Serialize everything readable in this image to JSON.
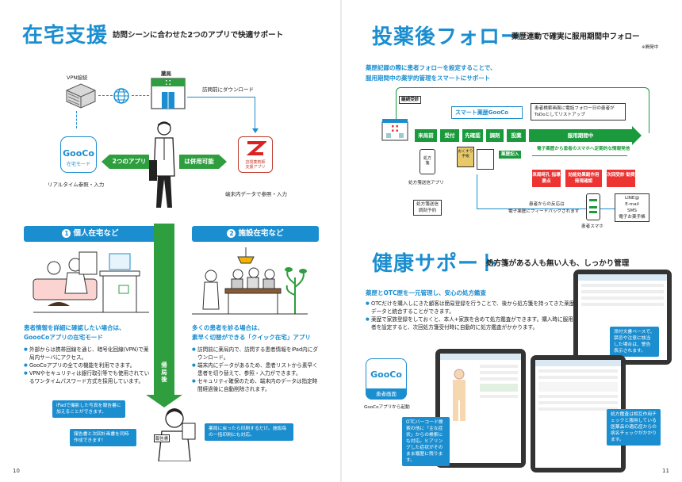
{
  "left": {
    "title": "在宅支援",
    "subtitle": "訪問シーンに合わせた2つのアプリで快適サポート",
    "diagram": {
      "vpn_label": "VPN接続",
      "pharmacy_label": "薬局",
      "download_note": "訪問前にダウンロード",
      "gooco_logo": "GooCo",
      "gooco_mode": "在宅モード",
      "gooco_caption": "リアルタイム参照・入力",
      "arrow_left": "2つのアプリ",
      "arrow_right": "は併用可能",
      "app2_label1": "訪問薬剤師",
      "app2_label2": "支援アプリ",
      "app2_caption": "端末内データで参照・入力",
      "return_label": "帰局後"
    },
    "section1": {
      "num": "1",
      "heading": "個人在宅など",
      "lead1": "患者情報を詳細に確認したい場合は、",
      "lead2": "GoooCoアプリの在宅モード",
      "bullets": [
        "外部からは携帯回線を通じ、暗号化回線(VPN)で薬局内サーバにアクセス。",
        "GooCoアプリの全ての機能を利用できます。",
        "VPNやセキュリティは銀行取引等でも使用されているワンタイムパスワード方式を採用しています。"
      ]
    },
    "section2": {
      "num": "2",
      "heading": "施設在宅など",
      "lead1": "多くの患者を診る場合は、",
      "lead2": "素早く切替ができる「クイック在宅」アプリ",
      "bullets": [
        "訪問前に薬局内で、訪問する患者情報をiPad内にダウンロード。",
        "端末内にデータがあるため、患者リストから素早く患者を切り替えて、参照・入力ができます。",
        "セキュリティ確保のため、端末内のデータは指定時間経過後に自動削除されます。"
      ]
    },
    "bottom": {
      "callout1": "iPadで撮影した写真を報告書に加えることができます。",
      "callout2": "報告書と次回計画書を同時作成できます!",
      "callout3": "薬局に戻ったら印刷するだけ。施設毎の一括印刷にも対応。",
      "report_tag": "報告書"
    },
    "page_number": "10"
  },
  "right": {
    "title1": "投薬後フォロー",
    "subtitle1": "薬歴連動で確実に服用期間中フォロー",
    "dev_note": "※開発中",
    "lead1": "薬歴記録の際に患者フォローを設定することで、",
    "lead2": "服用期間中の薬学的管理をスマートにサポート",
    "flow": {
      "handover": "継続受診",
      "brand": "スマート薬歴GooCo",
      "todo_note": "患者検索画面に電話フォロー日の患者がToDoとしてリストアップ",
      "steps": [
        "来局前",
        "受付",
        "先確認",
        "調剤",
        "投薬",
        "服用期間中"
      ],
      "rx_app": "処方箋送信アプリ",
      "rx_reserve": "処方箋送信 調剤予約",
      "note_book": "おくすり手帳",
      "med_history": "薬歴記入",
      "auto_send": "電子薬歴から患者のスマホへ定期的な情報発信",
      "boxes": [
        "来局時孔 指導要点",
        "効能効果副作用 発現確認",
        "次回受診 勧奨"
      ],
      "feedback1": "患者からの反応は",
      "feedback2": "電子薬歴にフィードバックされます",
      "channels": [
        "LINE@",
        "E-mail",
        "SMS",
        "電子お薬手帳"
      ],
      "phone_label": "患者スマホ"
    },
    "title2": "健康サポート",
    "subtitle2": "処方箋がある人も無い人も、しっかり管理",
    "health_lead": "薬歴とOTC歴を一元管理し、安心の処方鑑査",
    "health_bullets": [
      "OTCだけを購入しにきた顧客は簡易登録を行うことで、後から処方箋を持ってきた薬歴データと統合することができます。",
      "薬歴で家族登録をしておくと、本人+家族を含めて処方鑑査ができます。購入時に服用者を設定すると、次回処方箋受付時に自動的に処方鑑査がかかります。"
    ],
    "gooco_logo": "GooCo",
    "gooco_screen": "患者画面",
    "gooco_start": "GooCoアプリから起動",
    "callout_otc": "OTCバーコード検索の他に「主な症状」からの検索にも対応。ヒアリングした症状がそのまま履歴に残ります。",
    "callout_doc": "添付文書ベースで、禁忌や注意に該当した場合は、警告表示されます。",
    "callout_check": "処方鑑査は相互作用チェックと服用している医薬品の適応症からの病名チェックがかかります。",
    "page_number": "11"
  }
}
